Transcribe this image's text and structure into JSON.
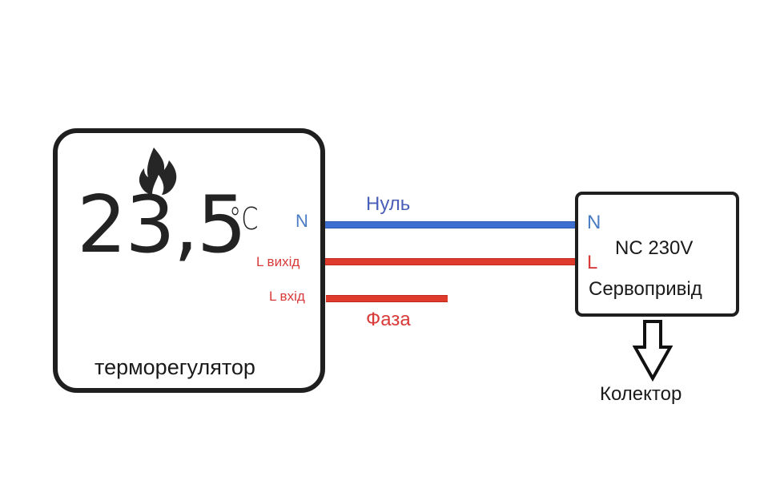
{
  "thermostat": {
    "temperature": "23,5",
    "unit": "°C",
    "label": "терморегулятор",
    "icon": "flame-icon",
    "terminals": [
      {
        "label": "N",
        "color": "#4a7cc4"
      },
      {
        "label": "L вихід",
        "color": "#d93a3a"
      },
      {
        "label": "L вхід",
        "color": "#d93a3a"
      }
    ]
  },
  "wires": [
    {
      "name": "neutral",
      "label": "Нуль",
      "color": "#3c6fd0"
    },
    {
      "name": "live-out",
      "label": "",
      "color": "#df3b2c"
    },
    {
      "name": "phase",
      "label": "Фаза",
      "color": "#df3b2c"
    }
  ],
  "wire_labels": {
    "neutral": "Нуль",
    "phase": "Фаза"
  },
  "servo": {
    "pin_n": "N",
    "pin_l": "L",
    "spec": "NC 230V",
    "label": "Сервопривід"
  },
  "output": {
    "icon": "arrow-down-icon",
    "label": "Колектор"
  },
  "colors": {
    "neutral_text": "#4a5fb8",
    "phase_text": "#d93a3a",
    "outline": "#1f1f1f"
  }
}
